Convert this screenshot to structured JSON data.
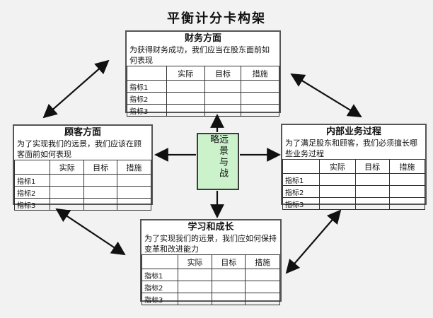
{
  "title": "平衡计分卡构架",
  "center": {
    "label": "远景与战略"
  },
  "table": {
    "headers": [
      "",
      "实际",
      "目标",
      "措施"
    ],
    "rows": [
      "指标1",
      "指标2",
      "指标3"
    ]
  },
  "boxes": {
    "finance": {
      "title": "财务方面",
      "desc": "为获得财务成功，我们应当在股东面前如何表现"
    },
    "customer": {
      "title": "顾客方面",
      "desc": "为了实现我们的远景，我们应该在顾客面前如何表现"
    },
    "internal": {
      "title": "内部业务过程",
      "desc": "为了满足股东和顾客，我们必须擅长哪些业务过程"
    },
    "learning": {
      "title": "学习和成长",
      "desc": "为了实现我们的远景，我们应如何保持变革和改进能力"
    }
  },
  "colors": {
    "page_bg": "#f2f2f2",
    "box_bg": "#ffffff",
    "box_border": "#555555",
    "table_line": "#333333",
    "center_bg": "#ccf2cc",
    "arrow": "#111111"
  }
}
